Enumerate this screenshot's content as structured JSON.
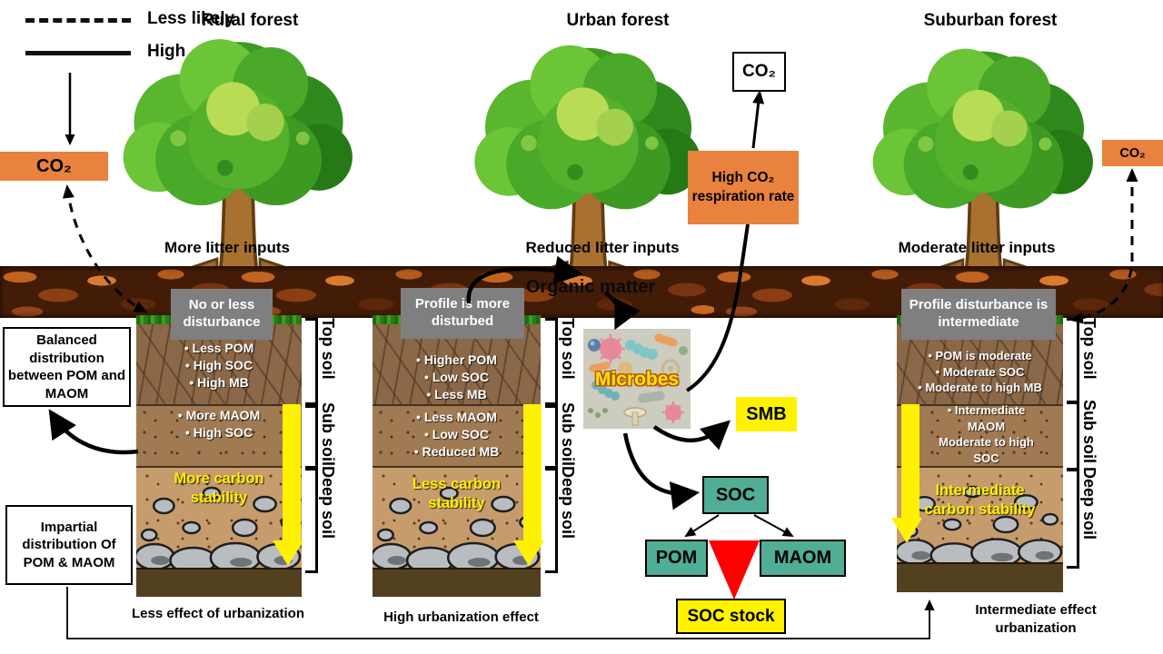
{
  "legend": {
    "dashed_label": "Less likely",
    "solid_label": "High"
  },
  "labels": {
    "co2": "CO₂",
    "organic_matter": "Organic matter",
    "microbes": "Microbes",
    "respiration_box": "High CO₂ respiration rate"
  },
  "soil_layer_labels": [
    "Top soil",
    "Sub soil",
    "Deep soil"
  ],
  "sections": {
    "rural": {
      "title": "Rural forest",
      "litter": "More litter inputs",
      "profile": "No or less disturbance",
      "topsoil": [
        "Less POM",
        "High SOC",
        "High MB"
      ],
      "subsoil": [
        "More MAOM",
        "High SOC"
      ],
      "stability": "More carbon stability",
      "caption": "Less effect of urbanization"
    },
    "urban": {
      "title": "Urban forest",
      "litter": "Reduced litter inputs",
      "profile": "Profile is more disturbed",
      "topsoil": [
        "Higher POM",
        "Low SOC",
        "Less MB"
      ],
      "subsoil": [
        "Less MAOM",
        "Low SOC",
        "Reduced MB"
      ],
      "stability": "Less carbon stability",
      "caption": "High urbanization effect"
    },
    "suburban": {
      "title": "Suburban forest",
      "litter": "Moderate litter inputs",
      "profile": "Profile disturbance is intermediate",
      "topsoil": [
        "POM is moderate",
        "Moderate SOC",
        "Moderate to high MB"
      ],
      "subsoil": [
        "Intermediate MAOM",
        "Moderate to high SOC"
      ],
      "stability": "Intermediate carbon stability",
      "caption": "Intermediate effect urbanization"
    }
  },
  "side_boxes": {
    "balanced": "Balanced distribution between POM and MAOM",
    "impartial": "Impartial distribution Of  POM & MAOM"
  },
  "flow": {
    "smb": "SMB",
    "soc": "SOC",
    "pom": "POM",
    "maom": "MAOM",
    "soc_stock": "SOC stock"
  },
  "colors": {
    "orange": "#E8823E",
    "grey_box": "#7F7F7F",
    "yellow": "#FFF200",
    "teal": "#4FAE95",
    "red": "#FF0000",
    "yellow_arrow": "#FFF100"
  }
}
